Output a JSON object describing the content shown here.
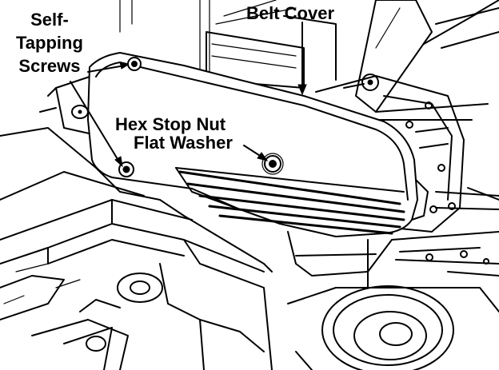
{
  "labels": {
    "self_tapping_screws": [
      "Self-",
      "Tapping",
      "Screws"
    ],
    "belt_cover": "Belt Cover",
    "hex_stop_nut": "Hex Stop Nut",
    "flat_washer": "Flat Washer"
  },
  "colors": {
    "ink": "#000000",
    "paper": "#ffffff"
  }
}
